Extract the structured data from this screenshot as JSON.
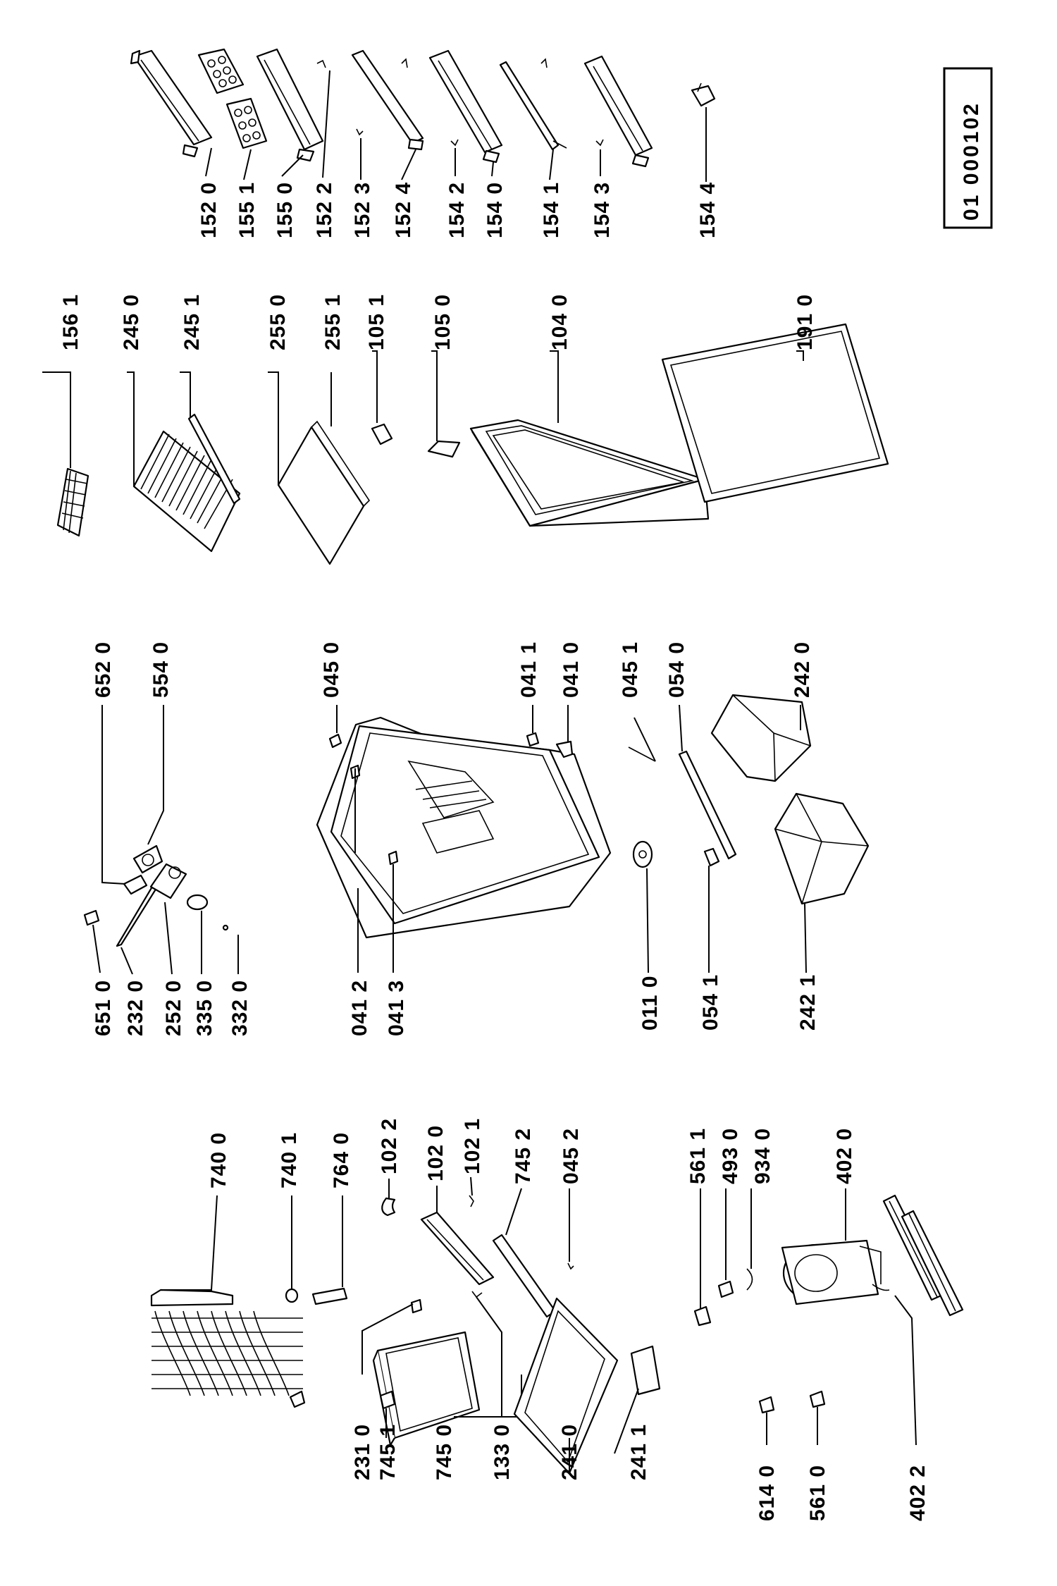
{
  "diagram_code": "01 000102",
  "labels": {
    "l1520": "152 0",
    "l1551": "155 1",
    "l1550": "155 0",
    "l1522": "152 2",
    "l1523": "152 3",
    "l1524": "152 4",
    "l1542": "154 2",
    "l1540": "154 0",
    "l1541": "154 1",
    "l1543": "154 3",
    "l1544": "154 4",
    "l1561": "156 1",
    "l2450": "245 0",
    "l2451": "245 1",
    "l2550": "255 0",
    "l2551": "255 1",
    "l1051": "105 1",
    "l1050": "105 0",
    "l1040": "104 0",
    "l1910": "191 0",
    "l6520": "652 0",
    "l5540": "554 0",
    "l0450": "045 0",
    "l0411": "041 1",
    "l0410": "041 0",
    "l0451": "045 1",
    "l0540": "054 0",
    "l2420": "242 0",
    "l6510": "651 0",
    "l2320": "232 0",
    "l2520": "252 0",
    "l3350": "335 0",
    "l3320": "332 0",
    "l0412": "041 2",
    "l0413": "041 3",
    "l0110": "011 0",
    "l0541": "054 1",
    "l2421": "242 1",
    "l7400": "740 0",
    "l7401": "740 1",
    "l7640": "764 0",
    "l1022": "102 2",
    "l1020": "102 0",
    "l1021": "102 1",
    "l7452": "745 2",
    "l0452": "045 2",
    "l5611": "561 1",
    "l4930": "493 0",
    "l9340": "934 0",
    "l4020": "402 0",
    "l2310": "231 0",
    "l7451": "745 1",
    "l7450": "745 0",
    "l1330": "133 0",
    "l2410": "241 0",
    "l2411": "241 1",
    "l6140": "614 0",
    "l5610": "561 0",
    "l4022": "402 2"
  }
}
